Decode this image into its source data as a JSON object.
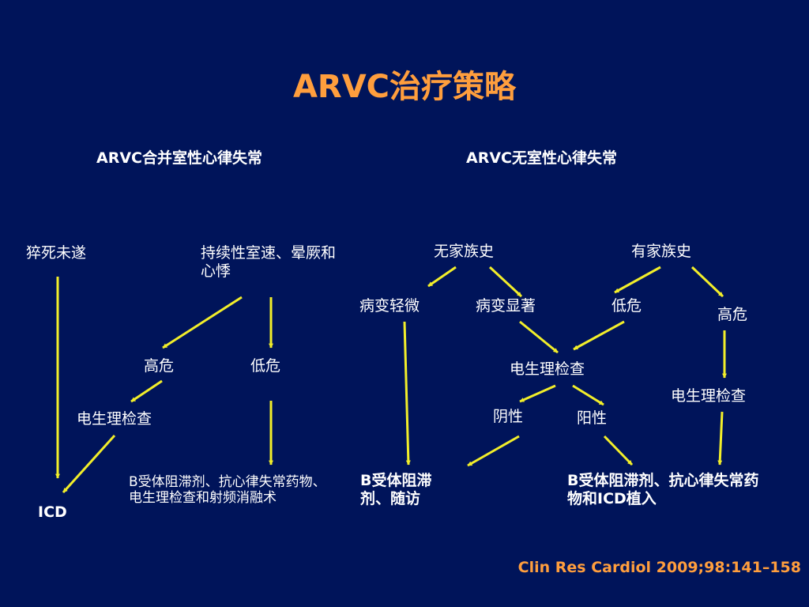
{
  "title": "ARVC治疗策略",
  "citation": "Clin Res Cardiol 2009;98:141–158",
  "colors": {
    "background": "#00145a",
    "title": "#ff9e3d",
    "arrow": "#f2ee2a",
    "text": "#ffffff"
  },
  "left": {
    "header": "ARVC合并室性心律失常",
    "sudden_death": "猝死未遂",
    "sustained_vt": "持续性室速、晕厥和心悸",
    "high_risk": "高危",
    "low_risk": "低危",
    "ep_study": "电生理检查",
    "icd": "ICD",
    "beta_blocker_therapy": "Β受体阻滞剂、抗心律失常药物、电生理检查和射频消融术"
  },
  "right": {
    "header": "ARVC无室性心律失常",
    "no_family_history": "无家族史",
    "family_history": "有家族史",
    "mild_lesion": "病变轻微",
    "marked_lesion": "病变显著",
    "low_risk": "低危",
    "high_risk": "高危",
    "ep_study_center": "电生理检查",
    "ep_study_right": "电生理检查",
    "negative": "阴性",
    "positive": "阳性",
    "beta_followup": "B受体阻滞剂、随访",
    "beta_icd": "B受体阻滞剂、抗心律失常药物和ICD植入"
  }
}
